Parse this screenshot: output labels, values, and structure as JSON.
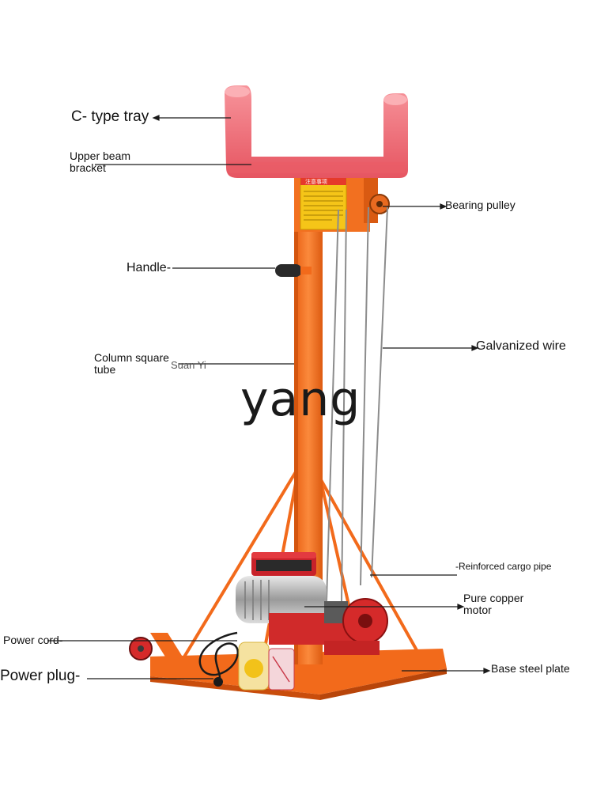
{
  "labels": {
    "c_type_tray": "C- type tray",
    "upper_beam_bracket": "Upper beam bracket",
    "bearing_pulley": "Bearing pulley",
    "handle": "Handle-",
    "column_square_tube": "Column square tube",
    "galvanized_wire": "Galvanized wire",
    "reinforced_cargo_pipe": "-Reinforced cargo pipe",
    "pure_copper_motor": "Pure copper motor",
    "power_cord": "Power cord-",
    "power_plug": "Power plug-",
    "base_steel_plate": "Base steel plate"
  },
  "watermark": "yang",
  "ghost_text": "Suan Yi",
  "warning_sign_title": "注意事项",
  "colors": {
    "frame_orange": "#f26a1b",
    "tray_pink": "#f2707a",
    "motor_red": "#c8222a",
    "wire_gray": "#8c8c8c",
    "label_text": "#111111",
    "sign_yellow": "#f5c518"
  }
}
